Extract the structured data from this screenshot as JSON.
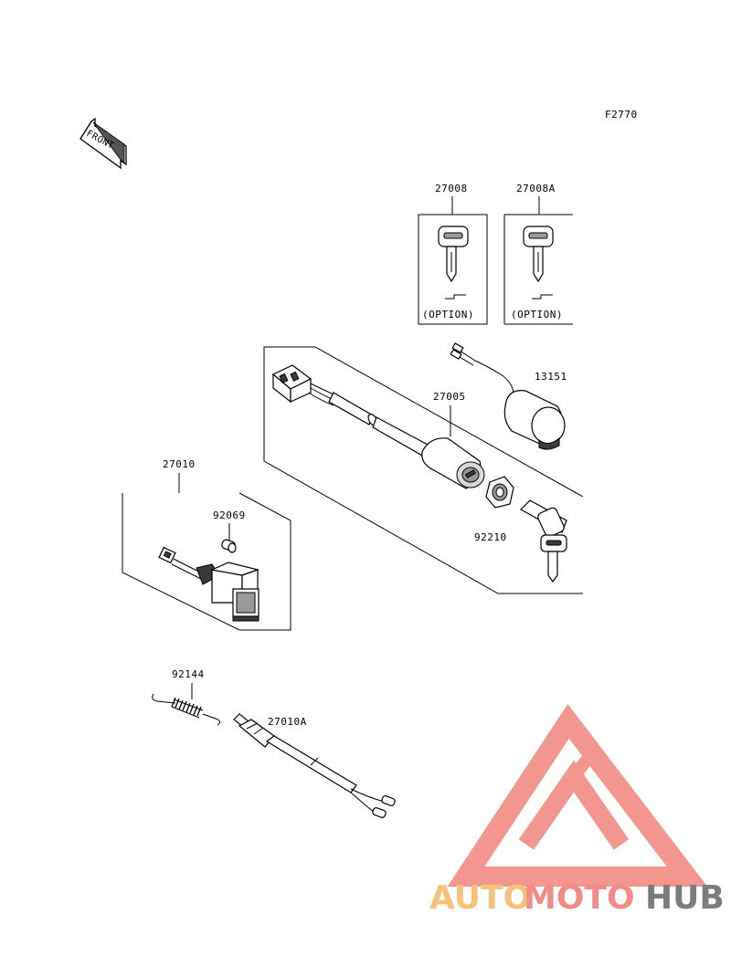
{
  "figure_code": "F2770",
  "front_label": "FRONT",
  "parts": {
    "key_blank": "27008",
    "key_blank_alt": "27008A",
    "ignition_switch": "27005",
    "pilot_lamp": "13151",
    "nut": "92210",
    "switch": "27010",
    "bulb": "92069",
    "spring": "92144",
    "stop_switch": "27010A"
  },
  "option_label": "(OPTION)",
  "watermark": {
    "auto": "AUTO",
    "moto": "MOTO",
    "hub": "HUB",
    "colors": {
      "auto": "#f6c27a",
      "moto": "#f28b85",
      "hub": "#7c7c7c",
      "logo": "#f28b85"
    }
  }
}
